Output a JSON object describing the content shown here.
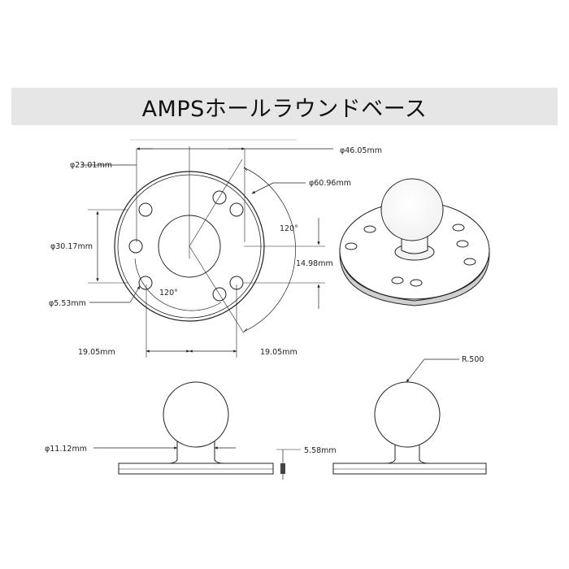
{
  "title": "AMPSホールラウンドベース",
  "dimensions": {
    "d_inner_bolt": "φ23.01mm",
    "d_bolt_circle": "φ46.05mm",
    "d_base": "φ60.96mm",
    "d_center_boss": "φ30.17mm",
    "d_hole": "φ5.53mm",
    "angle_right": "120°",
    "angle_bottom": "120°",
    "h_offset": "14.98mm",
    "w_left": "19.05mm",
    "w_right": "19.05mm",
    "d_neck": "φ11.12mm",
    "thickness": "5.58mm",
    "ball_radius": "R.500"
  }
}
